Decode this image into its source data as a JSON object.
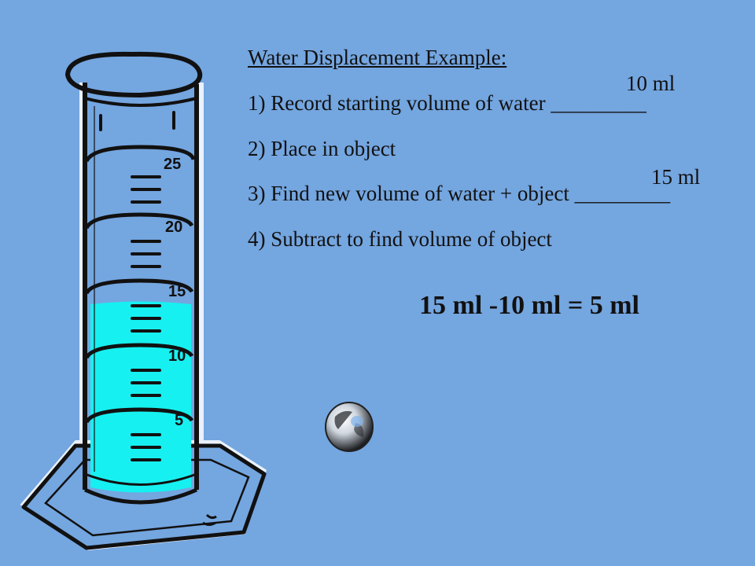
{
  "slide": {
    "title": "Water Displacement  Example:",
    "steps": [
      "1) Record starting volume of water _________",
      "2) Place in object",
      "3) Find new volume of water + object _________",
      "4) Subtract to find volume of object"
    ],
    "answers": [
      "10 ml",
      "15 ml"
    ],
    "equation": "15 ml -10 ml = 5 ml"
  },
  "cylinder_labels": [
    "25",
    "20",
    "15",
    "10",
    "5"
  ],
  "colors": {
    "background": "#74a6e0",
    "water": "#17f0f0",
    "ink": "#111111"
  }
}
